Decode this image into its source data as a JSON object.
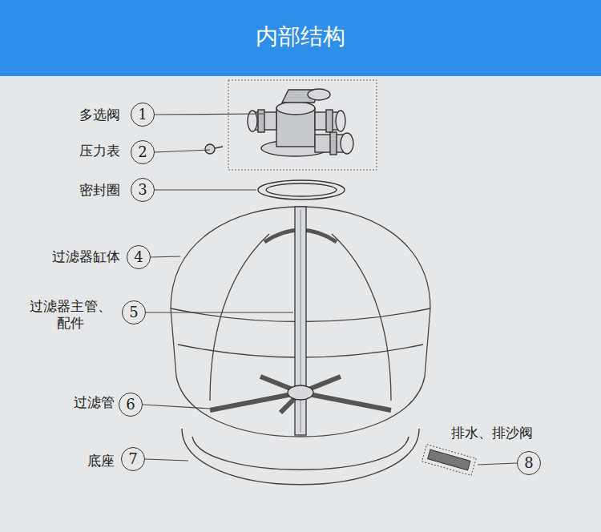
{
  "diagram": {
    "title": "内部结构",
    "nodes": [
      {
        "text": [
          "1"
        ]
      },
      {
        "text": [
          "2"
        ]
      },
      {
        "text": [
          "3"
        ]
      },
      {
        "text": [
          "4"
        ]
      },
      {
        "text": [
          "5"
        ]
      },
      {
        "text": [
          "6"
        ]
      },
      {
        "text": [
          "7"
        ]
      },
      {
        "text": [
          "8"
        ]
      }
    ],
    "labels": [
      "多选阀",
      "压力表",
      "密封圈",
      "过滤器缸体",
      "过滤器主管、 配件",
      "过滤管",
      "底座",
      "排水、排沙阀"
    ]
  }
}
